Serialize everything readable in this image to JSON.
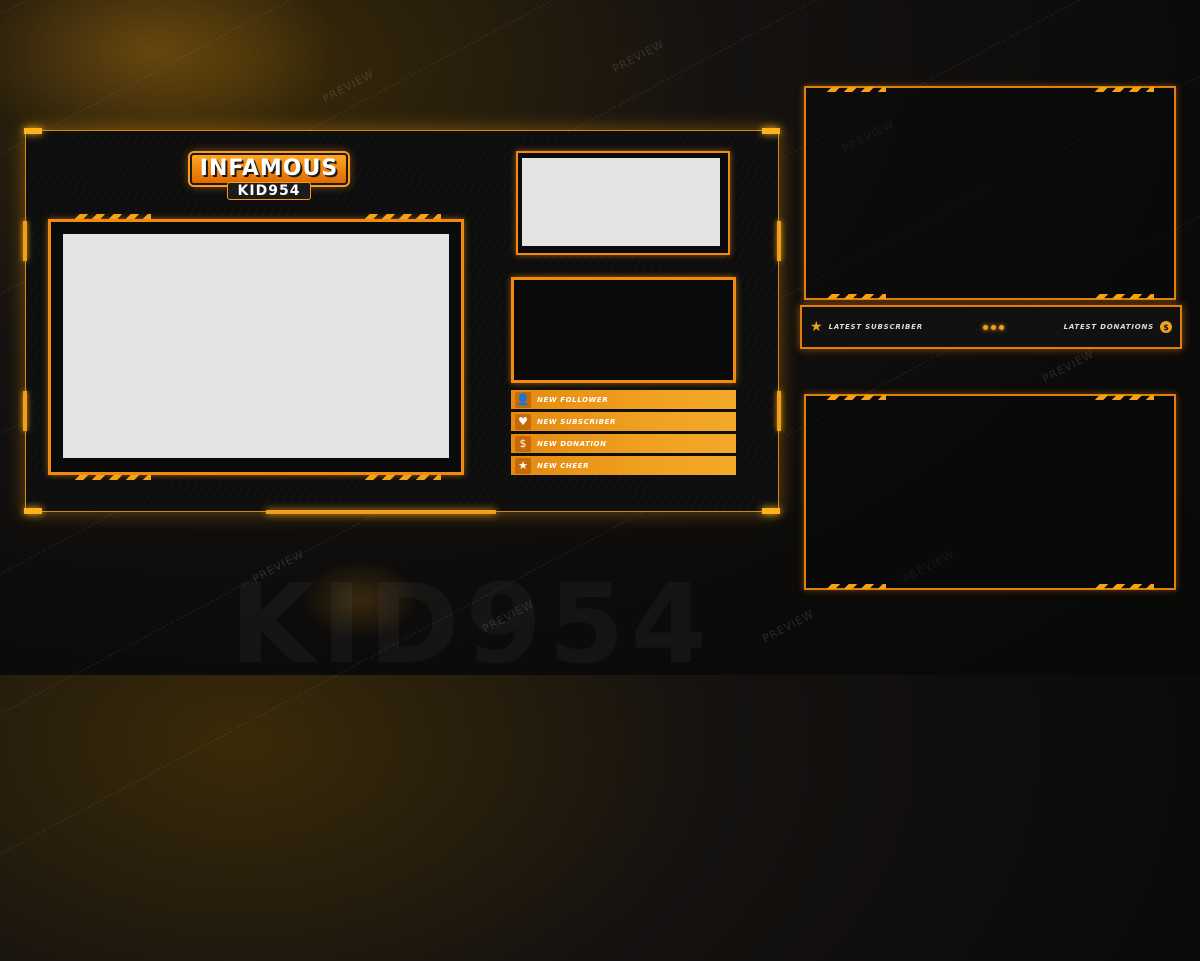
{
  "brand": {
    "logo_top": "INFAMOUS",
    "logo_bottom": "KID954"
  },
  "alerts": [
    {
      "label": "NEW FOLLOWER",
      "icon": "user-icon",
      "glyph": "👤"
    },
    {
      "label": "NEW SUBSCRIBER",
      "icon": "heart-icon",
      "glyph": "♥"
    },
    {
      "label": "NEW DONATION",
      "icon": "dollar-icon",
      "glyph": "$"
    },
    {
      "label": "NEW CHEER",
      "icon": "star-icon",
      "glyph": "★"
    }
  ],
  "info_bar": {
    "subscriber_label": "LATEST SUBSCRIBER",
    "donations_label": "LATEST DONATIONS",
    "coin_glyph": "$",
    "star_glyph": "★"
  },
  "watermark": "PREVIEW",
  "colors": {
    "accent": "#f0a020",
    "accent_dark": "#e07f0c",
    "placeholder": "#e3e3e3"
  }
}
